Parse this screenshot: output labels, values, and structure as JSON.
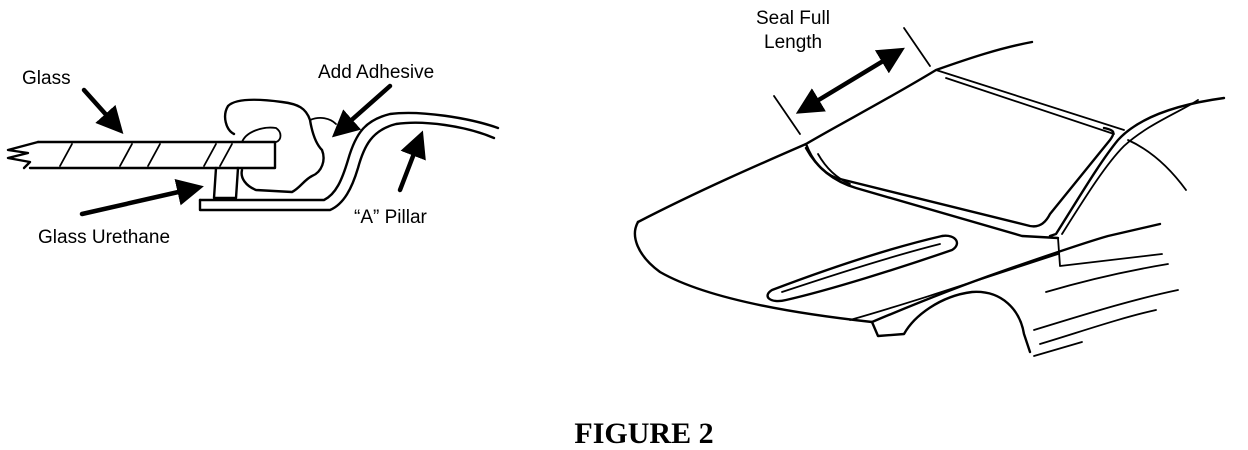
{
  "labels": {
    "glass": "Glass",
    "add_adhesive": "Add Adhesive",
    "glass_urethane": "Glass Urethane",
    "a_pillar": "“A” Pillar",
    "seal_line1": "Seal Full",
    "seal_line2": "Length"
  },
  "caption": "FIGURE 2",
  "colors": {
    "ink": "#000000",
    "paper": "#ffffff"
  }
}
